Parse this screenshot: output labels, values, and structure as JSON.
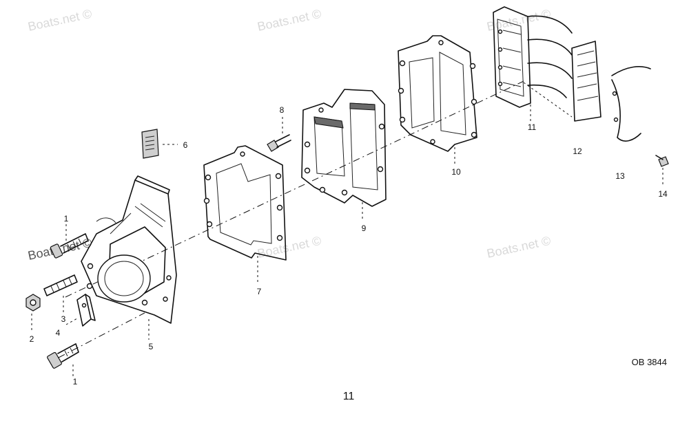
{
  "watermark": "Boats.net ©",
  "callouts": [
    "1",
    "2",
    "3",
    "4",
    "5",
    "6",
    "7",
    "8",
    "9",
    "10",
    "11",
    "12",
    "13",
    "14"
  ],
  "figure_code": "OB 3844",
  "page_number": "11",
  "colors": {
    "ink": "#111111",
    "watermark": "#d9d9d9"
  }
}
